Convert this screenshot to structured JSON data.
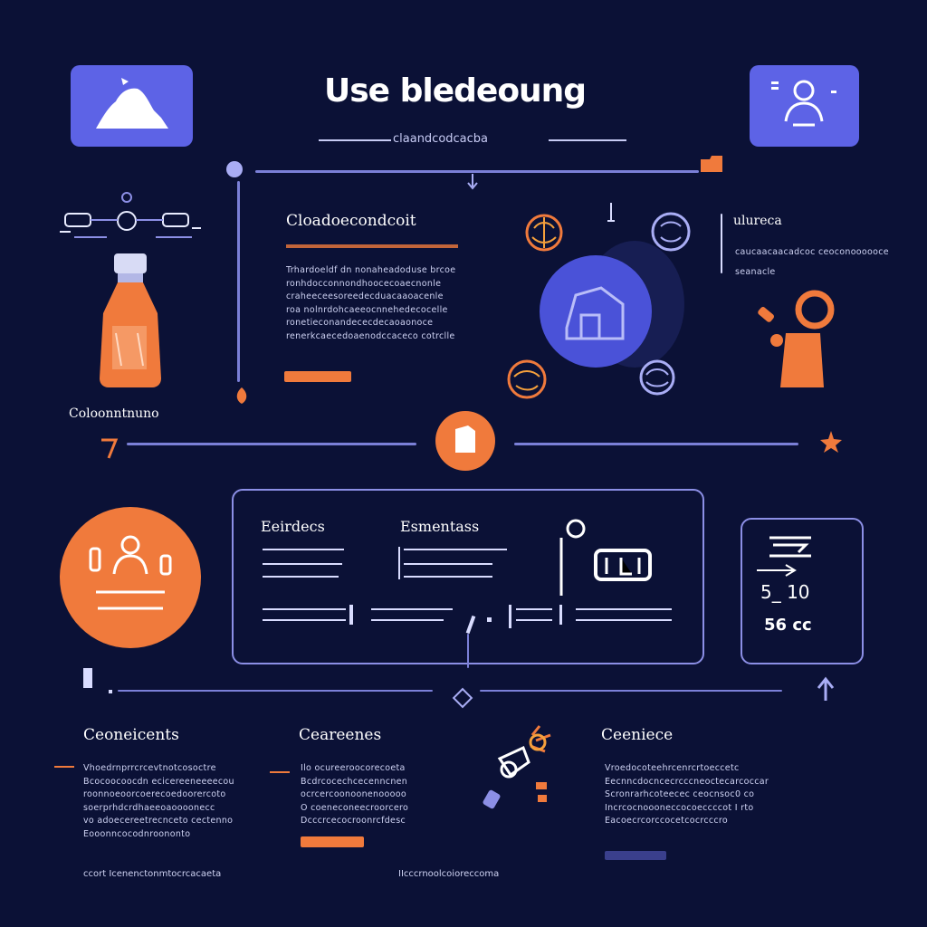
{
  "header": {
    "title": "Use bledeoung",
    "subtitle": "claandcodcacba"
  },
  "top_card": {
    "heading": "Cloadoecondcoit",
    "lines": [
      "Trhardoeldf dn nonaheadoduse brcoe",
      "ronhdocconnondhoocecoaecnonle",
      "craheeceesoreedecduacaaoacenle",
      "roa nolnrdohcaeeocnnehedecocelle",
      "ronetieconandececdecaoaonoce",
      "renerkcaecedoaenodccaceco cotrclle"
    ]
  },
  "side_labels": {
    "left": "Coloonntnuno",
    "right_heading": "ulureca",
    "right_line1": "caucaacaacadcoc ceoconooooocecm",
    "right_line2": "seanacle"
  },
  "middle_panel": {
    "col1_heading": "Eeirdecs",
    "col2_heading": "Esmentass"
  },
  "mini_panel": {
    "row1": "5_ 10",
    "row2": "56 cc"
  },
  "bottom_sections": [
    {
      "heading": "Ceoneicents",
      "lines": [
        "Vhoedrnprrcrcevtnotcosoctre",
        "Bcocoocoocdn ecicereeneeeecou",
        "roonnoeoorcoerecoedoorercoto",
        "soerprhdcrdhaeeoaoooonecc",
        "vo adoecereetrecnceto cectenno",
        "Eooonncocodnroononto"
      ],
      "footer": "ccort Icenenctonmtocrcacaeta"
    },
    {
      "heading": "Ceareenes",
      "lines": [
        "Ilo ocureeroocorecoeta",
        "Bcdrcocechcecenncnen",
        "ocrcercoonoonenooooo",
        "O coeneconeecroorcero",
        "Dcccrcecocroonrcfdesc"
      ],
      "footer": "IIcccrnoolcoioreccoma"
    },
    {
      "heading": "Ceeniece",
      "lines": [
        "Vroedocoteehrcenrcrtoeccetc",
        "Eecnncdocncecrcccneoctecarcoccar",
        "Scronrarhcoteecec ceocnsoc0 co",
        "Incrcocnoooneccocoeccccot I rto",
        "Eacoecrcorccocetcocrcccro"
      ]
    }
  ],
  "colors": {
    "background": "#0b1136",
    "accent_blue": "#5d63e6",
    "accent_orange": "#f07a3c",
    "line": "#7b80d8"
  }
}
